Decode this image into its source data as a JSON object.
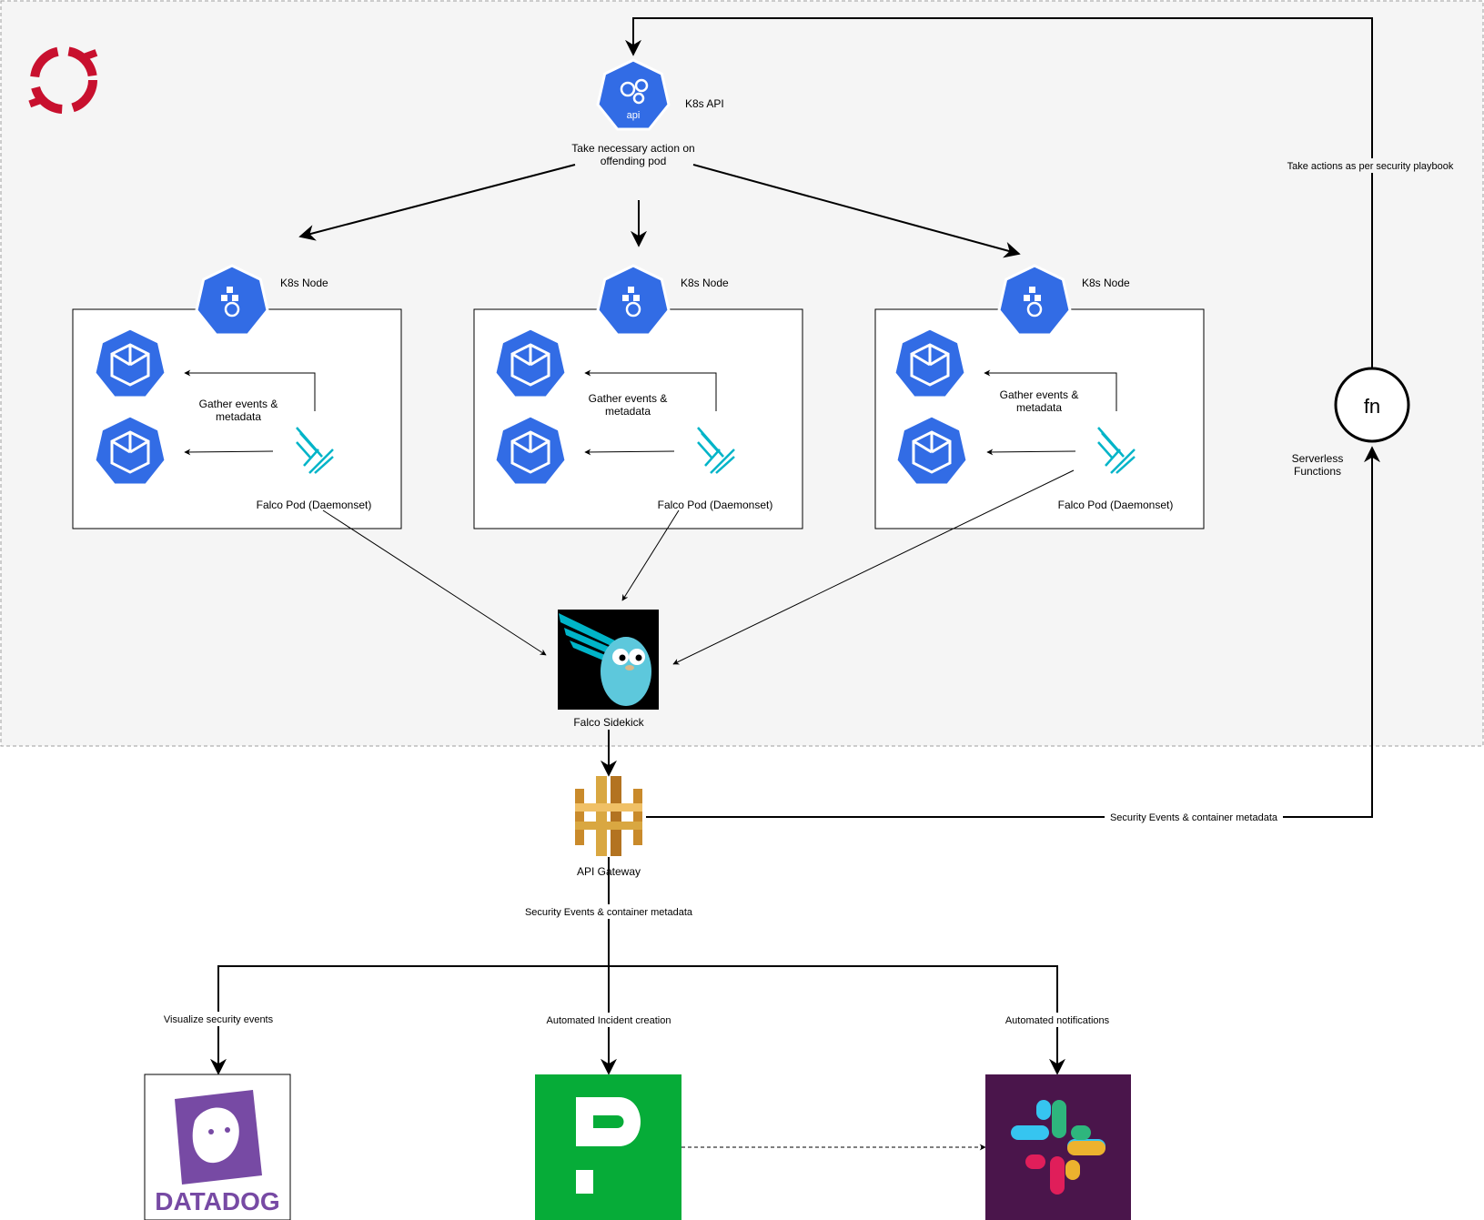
{
  "k8s_api": {
    "label": "K8s API",
    "icon_text": "api",
    "action_line1": "Take necessary action on",
    "action_line2": "offending pod"
  },
  "nodes": [
    {
      "title": "K8s Node",
      "gather_line1": "Gather events &",
      "gather_line2": "metadata",
      "falco_label": "Falco Pod (Daemonset)"
    },
    {
      "title": "K8s Node",
      "gather_line1": "Gather events &",
      "gather_line2": "metadata",
      "falco_label": "Falco Pod (Daemonset)"
    },
    {
      "title": "K8s Node",
      "gather_line1": "Gather events &",
      "gather_line2": "metadata",
      "falco_label": "Falco Pod (Daemonset)"
    }
  ],
  "sidekick": {
    "label": "Falco Sidekick"
  },
  "gateway": {
    "label": "API Gateway",
    "down_edge": "Security Events & container metadata",
    "right_edge": "Security Events & container metadata"
  },
  "serverless": {
    "icon_text": "fn",
    "label_line1": "Serverless",
    "label_line2": "Functions",
    "action_edge": "Take actions as per security playbook"
  },
  "outputs": {
    "datadog": {
      "edge_label": "Visualize security events",
      "logo_text": "DATADOG"
    },
    "pagerduty": {
      "edge_label": "Automated Incident creation",
      "logo_text": "P"
    },
    "slack": {
      "edge_label": "Automated notifications"
    }
  },
  "colors": {
    "k8s_blue": "#326CE5",
    "falco_teal": "#00B4C8",
    "openshift_red": "#C8102E",
    "gateway_gold": "#D9A741",
    "datadog_purple": "#774AA4",
    "pagerduty_green": "#06AC38",
    "slack_aubergine": "#4A154B"
  }
}
